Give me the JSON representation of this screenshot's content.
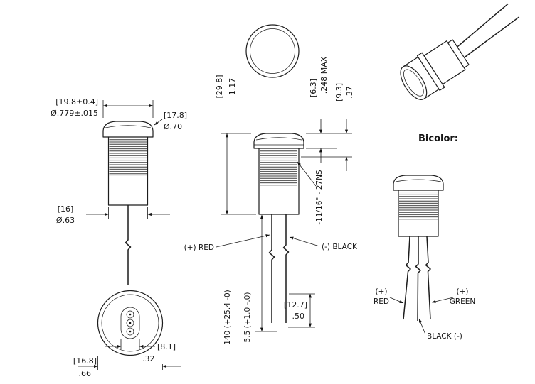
{
  "drawing": {
    "left_view": {
      "cap_dia_mm": "[19.8±0.4]",
      "cap_dia_in": "Ø.779±.015",
      "face_dia_mm": "[17.8]",
      "face_dia_in": "Ø.70",
      "body_dia_mm": "[16]",
      "body_dia_in": "Ø.63"
    },
    "bottom_view": {
      "outer_mm": "[16.8]",
      "outer_in": ".66",
      "hub_mm": "[8.1]",
      "hub_in": ".32"
    },
    "front_view": {
      "height_mm": "[29.8]",
      "height_in": "1.17",
      "cap_height_mm": "[6.3]",
      "cap_height_in": ".248 MAX",
      "bezel_mm": "[9.3]",
      "bezel_in": ".37",
      "thread_spec": "-11/16\" - 27NS",
      "wire_positive": "(+) RED",
      "wire_negative": "(-) BLACK",
      "strip_mm": "[12.7]",
      "strip_in": ".50",
      "wire_length_mm": "140 (+25.4 -0)",
      "wire_length_in": "5.5 (+1.0 -.0)"
    },
    "bicolor_view": {
      "heading": "Bicolor:",
      "red_sign": "(+)",
      "red_label": "RED",
      "green_sign": "(+)",
      "green_label": "GREEN",
      "black_label": "BLACK (-)"
    }
  }
}
